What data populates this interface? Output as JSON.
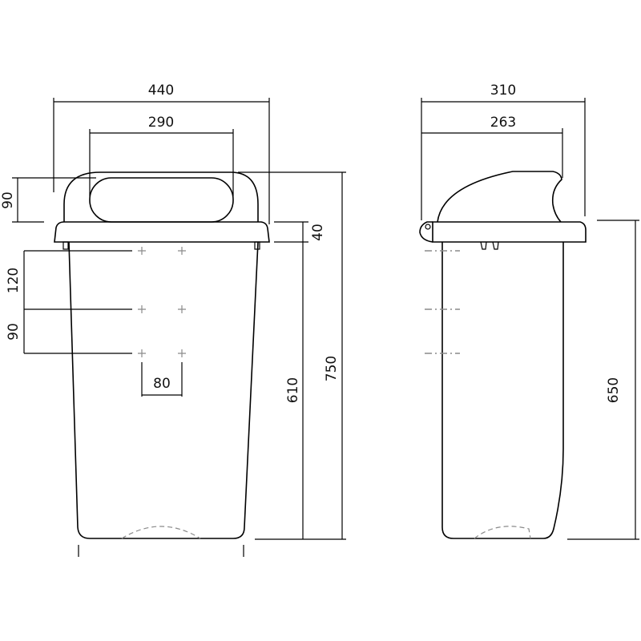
{
  "front_view": {
    "overall_width": "440",
    "slot_width": "290",
    "lid_height": "90",
    "mount_spacing_upper": "120",
    "mount_spacing_lower": "90",
    "mount_horizontal_spacing": "80",
    "rim_height": "40",
    "body_height": "610",
    "total_height": "750"
  },
  "side_view": {
    "overall_depth": "310",
    "lid_depth": "263",
    "height": "650"
  },
  "colors": {
    "line": "#000000",
    "hidden_line": "#8a8a8a"
  }
}
